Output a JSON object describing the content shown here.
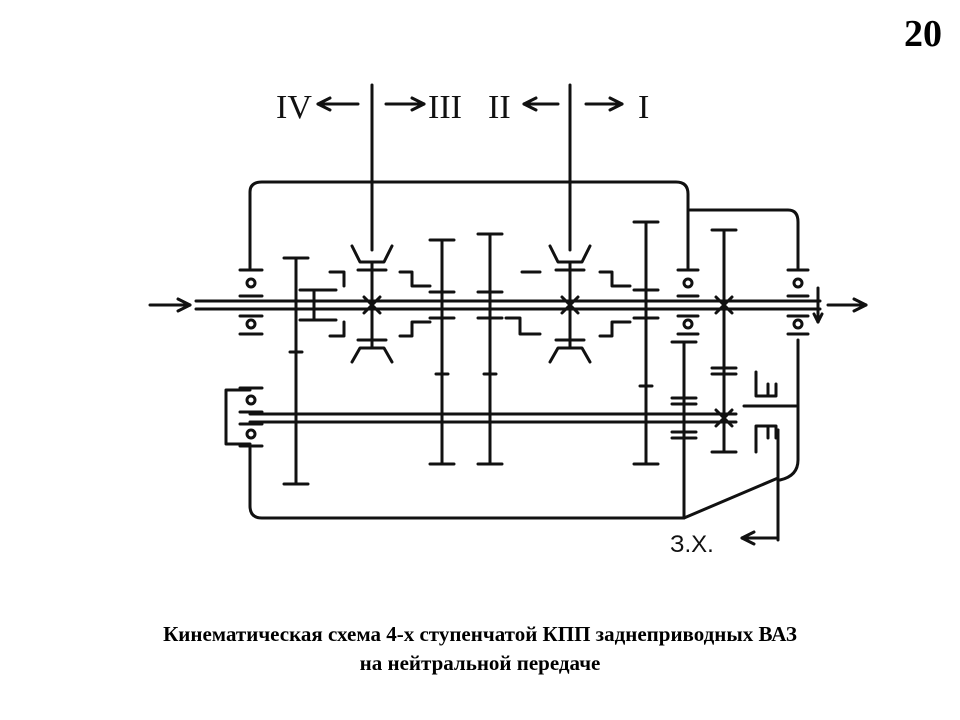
{
  "slide": {
    "page_number": "20",
    "caption_line1": "Кинематическая схема 4-х ступенчатой КПП заднеприводных ВАЗ",
    "caption_line2": "на нейтральной передаче"
  },
  "diagram": {
    "gear_labels": {
      "fourth": "IV",
      "third": "III",
      "second": "II",
      "first": "I",
      "reverse": "З.Х."
    },
    "colors": {
      "ink": "#111111",
      "background": "#ffffff"
    }
  }
}
